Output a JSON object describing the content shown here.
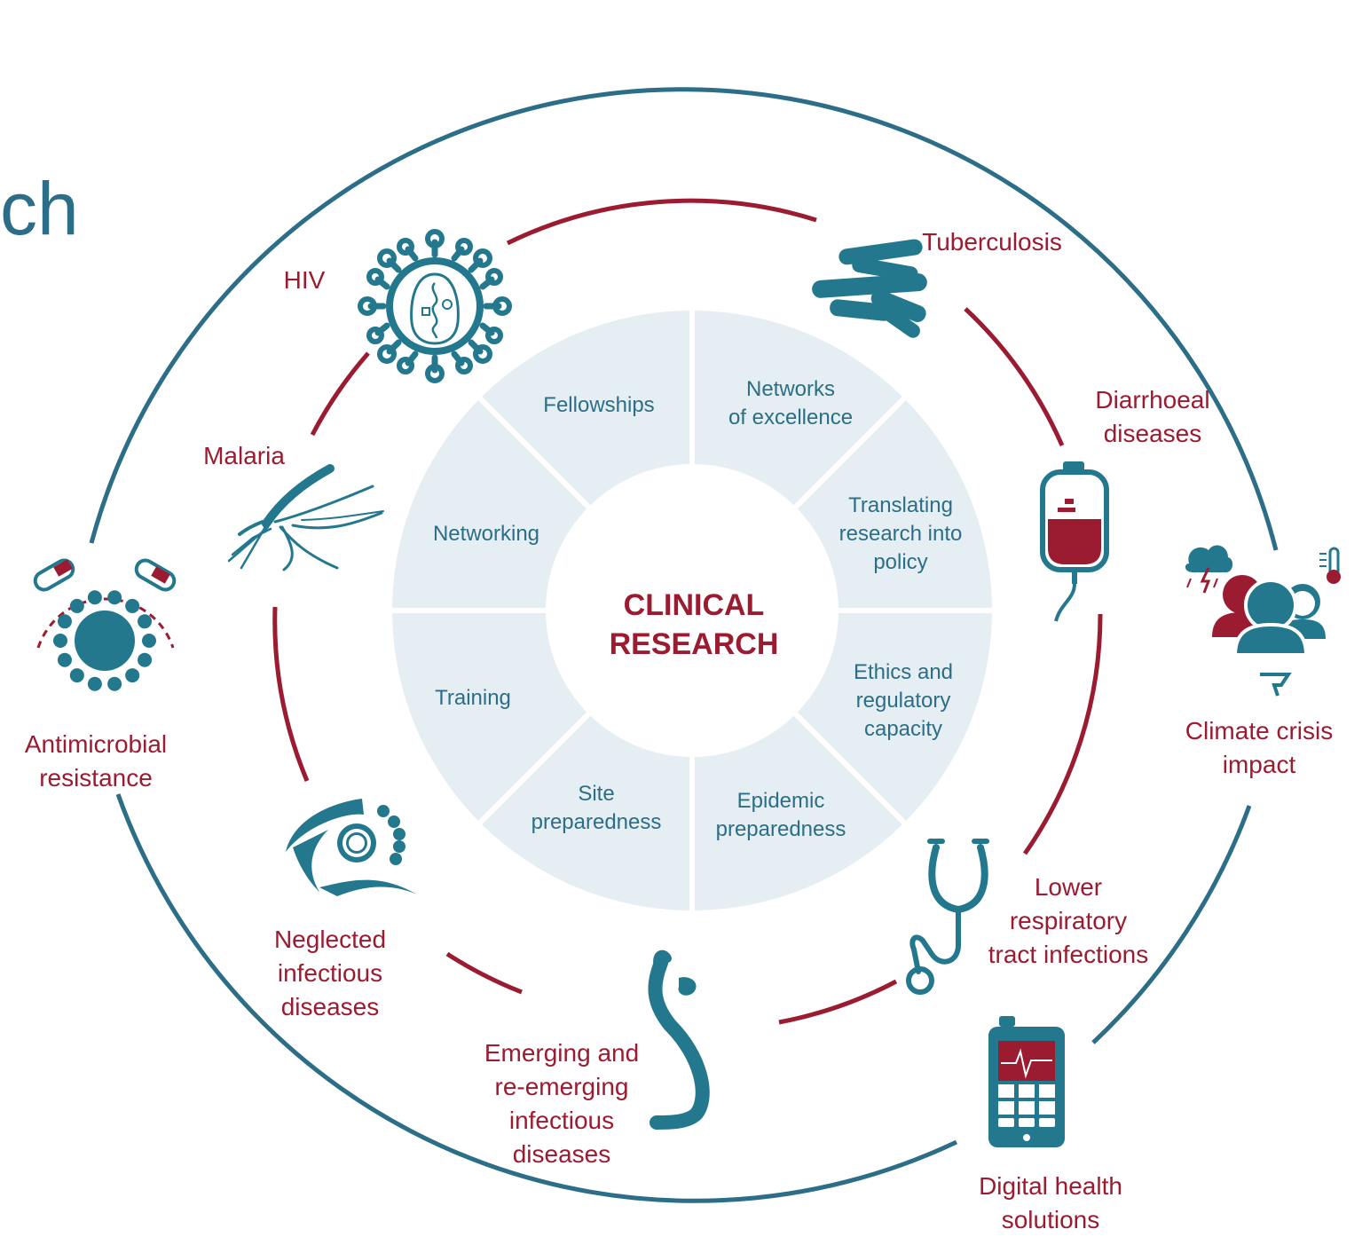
{
  "heading_fragment": "ch",
  "center": {
    "label": "CLINICAL\nRESEARCH"
  },
  "segments": [
    "Fellowships",
    "Networks\nof excellence",
    "Networking",
    "Translating\nresearch into\npolicy",
    "Training",
    "Ethics and\nregulatory\ncapacity",
    "Site\npreparedness",
    "Epidemic\npreparedness"
  ],
  "diseases": {
    "hiv": "HIV",
    "tuberculosis": "Tuberculosis",
    "malaria": "Malaria",
    "diarrhoeal": "Diarrhoeal\ndiseases",
    "neglected": "Neglected\ninfectious\ndiseases",
    "emerging": "Emerging and\nre-emerging\ninfectious\ndiseases",
    "lower_respiratory": "Lower\nrespiratory\ntract infections"
  },
  "outer_themes": {
    "amr": "Antimicrobial\nresistance",
    "climate": "Climate crisis\nimpact",
    "digital": "Digital health\nsolutions"
  },
  "colors": {
    "teal": "#2c6e87",
    "icon_teal": "#24788e",
    "crimson": "#9b1b30",
    "segment_fill": "#e5eef2"
  },
  "icons": [
    "virus-icon",
    "bacteria-icon",
    "mosquito-icon",
    "iv-bag-icon",
    "antimicrobial-icon",
    "climate-people-icon",
    "parasite-icon",
    "worm-icon",
    "stethoscope-icon",
    "tablet-ecg-icon"
  ]
}
